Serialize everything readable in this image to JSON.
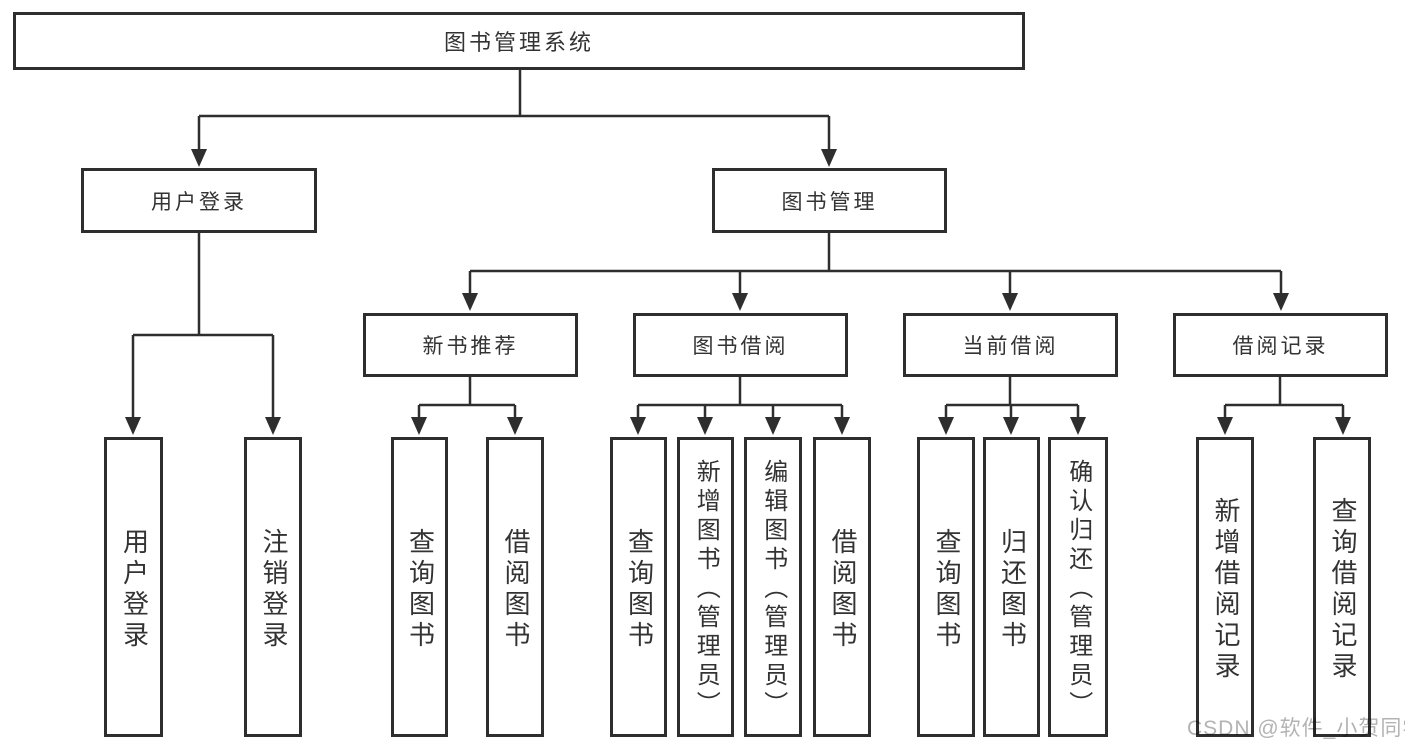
{
  "diagram": {
    "title": "图书管理系统",
    "level2": [
      "用户登录",
      "图书管理"
    ],
    "level3": [
      "新书推荐",
      "图书借阅",
      "当前借阅",
      "借阅记录"
    ],
    "leaves": {
      "user": [
        "用户登录",
        "注销登录"
      ],
      "newbook": [
        "查询图书",
        "借阅图书"
      ],
      "borrow": [
        "查询图书",
        "新增图书（管理员）",
        "编辑图书（管理员）",
        "借阅图书"
      ],
      "current": [
        "查询图书",
        "归还图书",
        "确认归还（管理员）"
      ],
      "records": [
        "新增借阅记录",
        "查询借阅记录"
      ]
    }
  },
  "watermark": "CSDN @软件_小贺同学",
  "colors": {
    "line": "#2e2e2e",
    "text": "#333333",
    "watermark": "#b3b3b3",
    "background": "#ffffff"
  }
}
